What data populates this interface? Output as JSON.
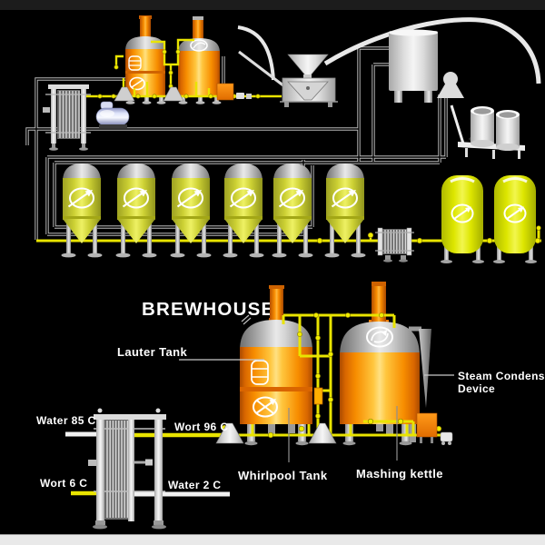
{
  "title": "BREWHOUSE",
  "labels": {
    "lauter_tank": "Lauter Tank",
    "whirlpool_tank": "Whirlpool Tank",
    "mashing_kettle": "Mashing kettle",
    "steam_condense_line1": "Steam Condense",
    "steam_condense_line2": "Device",
    "water_85": "Water 85 C",
    "wort_96": "Wort 96 C",
    "wort_6": "Wort 6 C",
    "water_2": "Water 2 C"
  },
  "equipment_icons": [
    "mini-lauter-whirlpool-tank",
    "mini-mashing-kettle",
    "grain-mill",
    "malt-silo-tank",
    "grain-sack-cone",
    "malt-bin-platform",
    "plate-heat-exchanger",
    "pump",
    "fermenter",
    "bright-beer-tank",
    "wort-cooler-heat-exchanger",
    "lauter-whirlpool-vessel",
    "mashing-kettle-vessel",
    "steam-condense-spike",
    "agitator-symbol",
    "rake-screen-symbol",
    "valve"
  ],
  "colors": {
    "background": "#000000",
    "top_bar": "#1c1c1c",
    "bottom_bar": "#e9e9e9",
    "tank_orange_edge": "#c05a00",
    "tank_orange_mid": "#ff9d00",
    "tank_orange_highlight": "#ffe183",
    "fermenter_yellow": "#e0e43c",
    "storage_tank_yellow": "#eef200",
    "dome_gray": "#cccccc",
    "pipe_gray": "#b5b5b5",
    "pipe_yellow": "#e9e400",
    "pipe_white": "#f2f2f2",
    "label_text": "#ffffff"
  }
}
